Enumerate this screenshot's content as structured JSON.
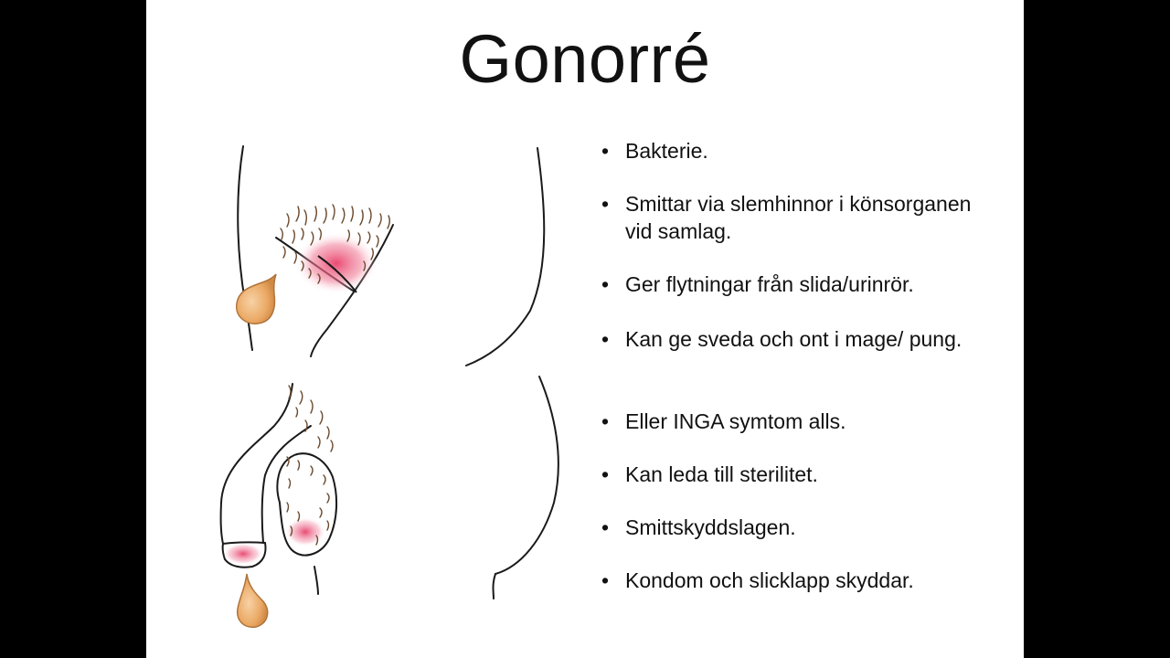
{
  "slide": {
    "title": "Gonorré",
    "bullets": [
      "Bakterie.",
      "Smittar via slemhinnor i könsorganen vid samlag.",
      "Ger flytningar från slida/urinrör.",
      "Kan ge sveda och ont i mage/ pung.",
      "Eller INGA symtom alls.",
      "Kan leda till sterilitet.",
      "Smittskyddslagen.",
      "Kondom och slicklapp skyddar."
    ],
    "bullet_symbol": "•"
  },
  "colors": {
    "background": "#ffffff",
    "letterbox": "#000000",
    "text": "#111111",
    "line": "#1a1a1a",
    "hair": "#6b4a2e",
    "discharge": "#e8a566",
    "inflammation": "#e8416b"
  },
  "illustration": {
    "figures": [
      "female-anatomy",
      "male-anatomy"
    ],
    "icons": [
      "discharge-drop-icon",
      "discharge-drop-icon"
    ]
  }
}
